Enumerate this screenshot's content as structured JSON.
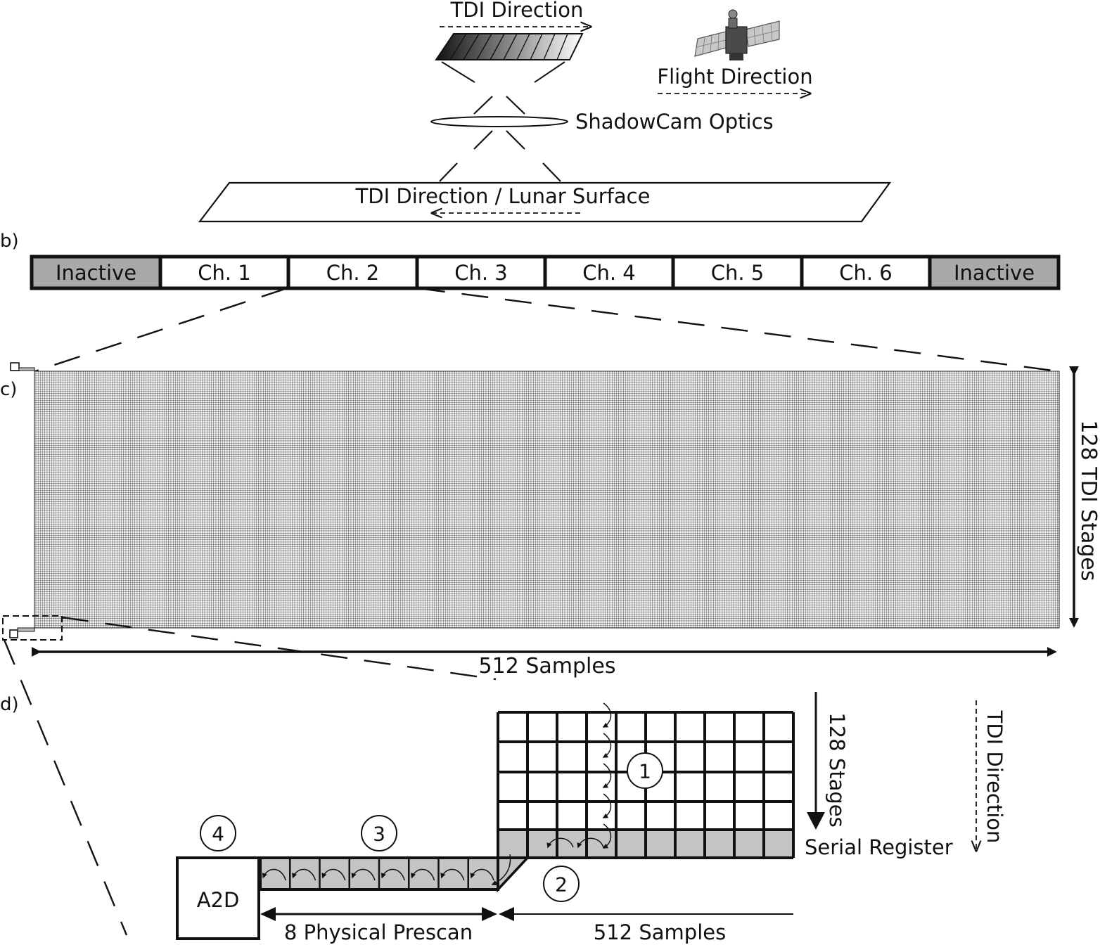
{
  "panel_a": {
    "tdi_direction_top": "TDI Direction",
    "flight_direction": "Flight Direction",
    "optics": "ShadowCam Optics",
    "lunar_surface": "TDI Direction / Lunar Surface",
    "spacecraft_icon": "spacecraft-icon"
  },
  "panel_b": {
    "tag": "b)",
    "segments": [
      "Inactive",
      "Ch. 1",
      "Ch. 2",
      "Ch. 3",
      "Ch. 4",
      "Ch. 5",
      "Ch. 6",
      "Inactive"
    ],
    "inactive_color": "#a9a9a9"
  },
  "panel_c": {
    "tag": "c)",
    "stages_label": "128 TDI Stages",
    "samples_label": "512 Samples"
  },
  "panel_d": {
    "tag": "d)",
    "stages_label": "128 Stages",
    "tdi_direction": "TDI Direction",
    "serial_register": "Serial Register",
    "a2d": "A2D",
    "prescan_label": "8 Physical Prescan",
    "samples_label": "512 Samples",
    "step_numbers": [
      "1",
      "2",
      "3",
      "4"
    ],
    "register_color": "#c4c4c4"
  }
}
